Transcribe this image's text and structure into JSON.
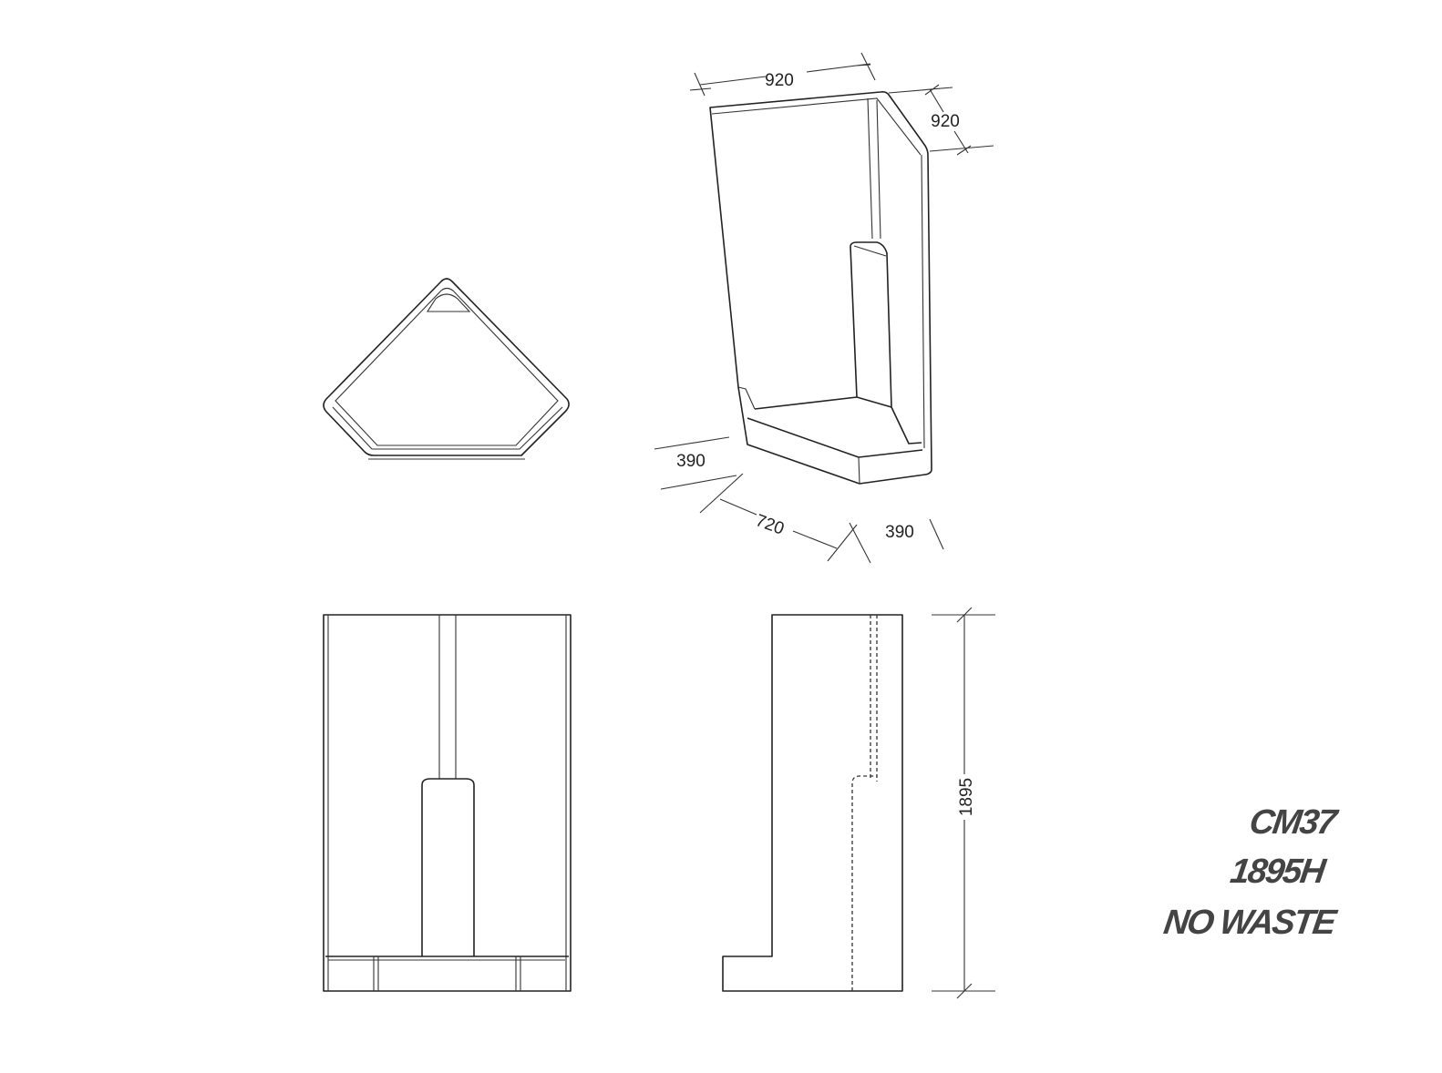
{
  "dimensions": {
    "top_width": "920",
    "side_width": "920",
    "front_left_return": "390",
    "front_diagonal": "720",
    "front_right_return": "390",
    "height": "1895"
  },
  "label": {
    "model": "CM37",
    "height": "1895H",
    "note": "NO WASTE"
  }
}
